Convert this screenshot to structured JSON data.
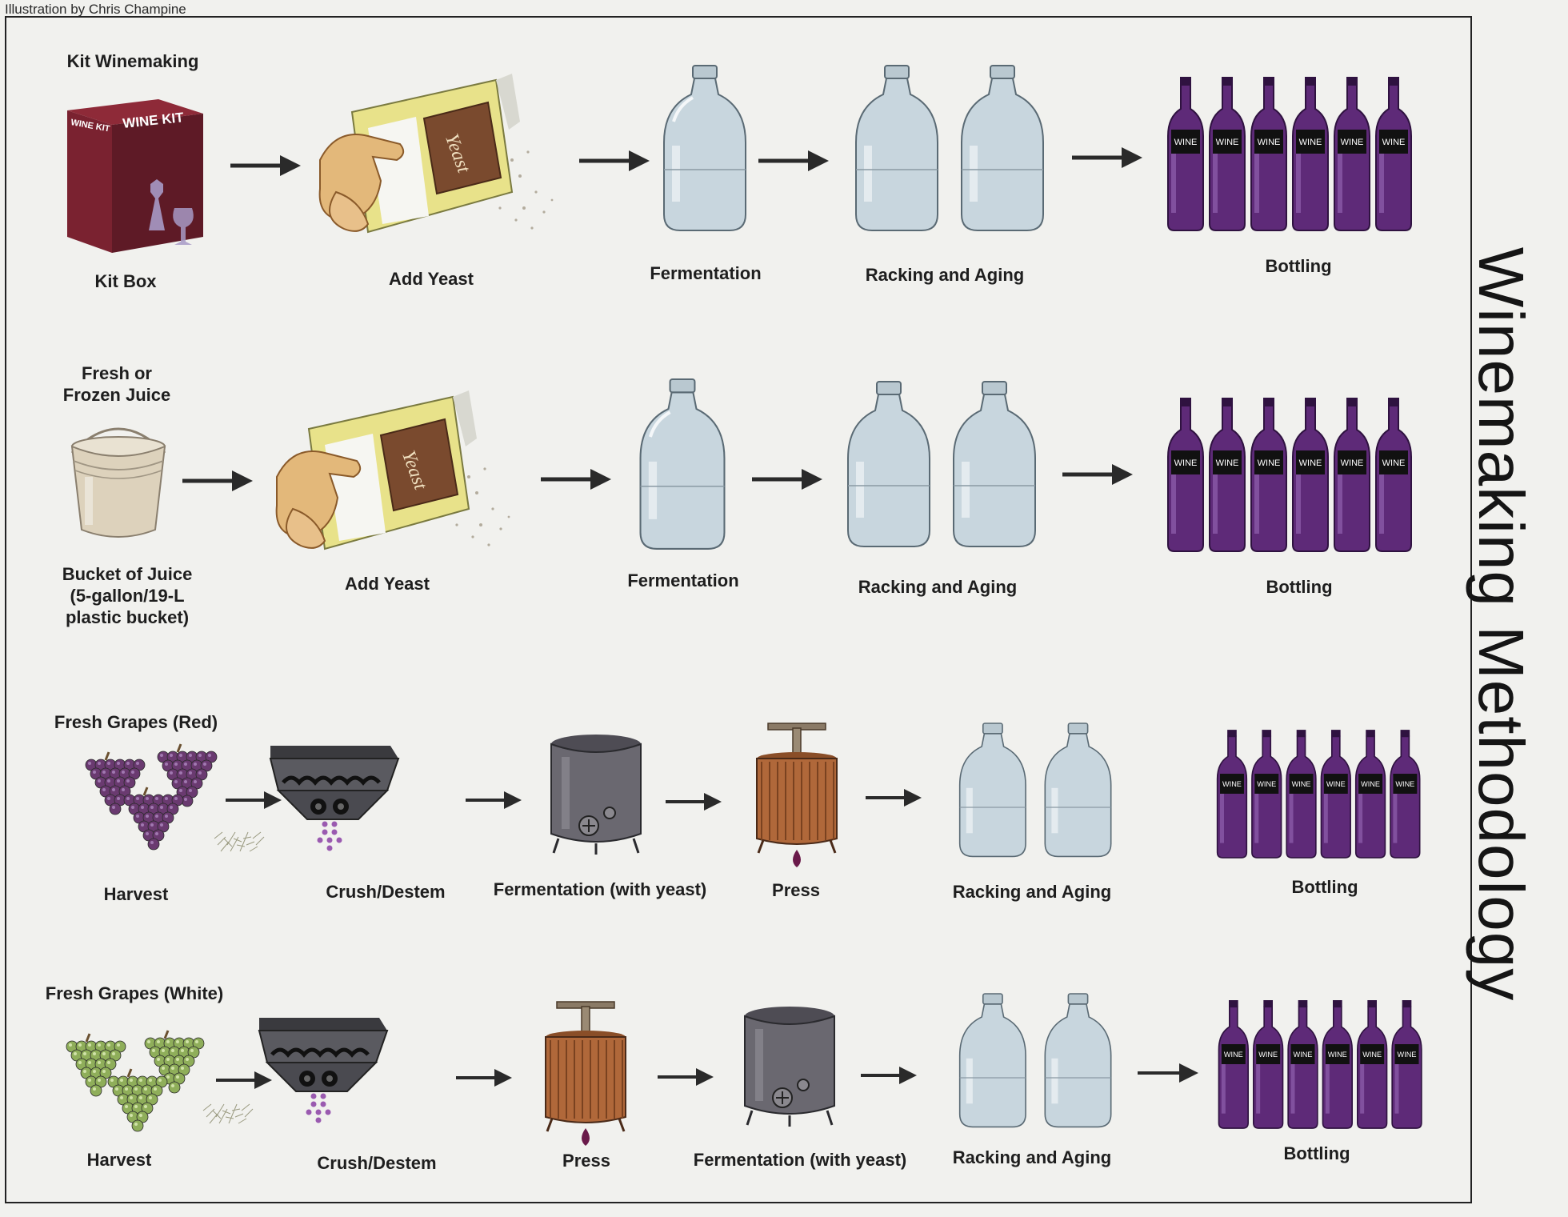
{
  "credit": "Illustration by Chris Champine",
  "title": "Winemaking Methodology",
  "colors": {
    "wine": "#5e2a78",
    "bottle_dark": "#2f1240",
    "kit_box": "#7a2230",
    "jug": "#c8d6de",
    "press_wood": "#b0683a",
    "tank": "#6a6870",
    "red_grape": "#6a3a70",
    "white_grape": "#8fae5a",
    "yeast_packet": "#e8e28a"
  },
  "rows": [
    {
      "head": "Kit Winemaking",
      "steps": [
        {
          "label": "Kit Box",
          "icon": "kit-box-icon",
          "box_text_left": "WINE KIT",
          "box_text_right": "WINE KIT"
        },
        {
          "label": "Add Yeast",
          "icon": "yeast-packet-icon",
          "packet_text": "Yeast"
        },
        {
          "label": "Fermentation",
          "icon": "carboy-icon"
        },
        {
          "label": "Racking and Aging",
          "icon": "two-carboys-icon"
        },
        {
          "label": "Bottling",
          "icon": "wine-bottles-icon",
          "bottle_text": "WINE"
        }
      ]
    },
    {
      "head_line1": "Fresh or",
      "head_line2": "Frozen Juice",
      "steps": [
        {
          "label_line1": "Bucket of Juice",
          "label_line2": "(5-gallon/19-L",
          "label_line3": "plastic bucket)",
          "icon": "bucket-icon"
        },
        {
          "label": "Add Yeast",
          "icon": "yeast-packet-icon",
          "packet_text": "Yeast"
        },
        {
          "label": "Fermentation",
          "icon": "carboy-icon"
        },
        {
          "label": "Racking and Aging",
          "icon": "two-carboys-icon"
        },
        {
          "label": "Bottling",
          "icon": "wine-bottles-icon",
          "bottle_text": "WINE"
        }
      ]
    },
    {
      "head": "Fresh Grapes (Red)",
      "steps": [
        {
          "label": "Harvest",
          "icon": "red-grapes-icon"
        },
        {
          "label": "Crush/Destem",
          "icon": "crusher-destemmer-icon"
        },
        {
          "label": "Fermentation (with yeast)",
          "icon": "fermentation-tank-icon"
        },
        {
          "label": "Press",
          "icon": "wine-press-icon"
        },
        {
          "label": "Racking and Aging",
          "icon": "two-carboys-icon"
        },
        {
          "label": "Bottling",
          "icon": "wine-bottles-icon",
          "bottle_text": "WINE"
        }
      ]
    },
    {
      "head": "Fresh Grapes (White)",
      "steps": [
        {
          "label": "Harvest",
          "icon": "white-grapes-icon"
        },
        {
          "label": "Crush/Destem",
          "icon": "crusher-destemmer-icon"
        },
        {
          "label": "Press",
          "icon": "wine-press-icon"
        },
        {
          "label": "Fermentation (with yeast)",
          "icon": "fermentation-tank-icon"
        },
        {
          "label": "Racking and Aging",
          "icon": "two-carboys-icon"
        },
        {
          "label": "Bottling",
          "icon": "wine-bottles-icon",
          "bottle_text": "WINE"
        }
      ]
    }
  ]
}
